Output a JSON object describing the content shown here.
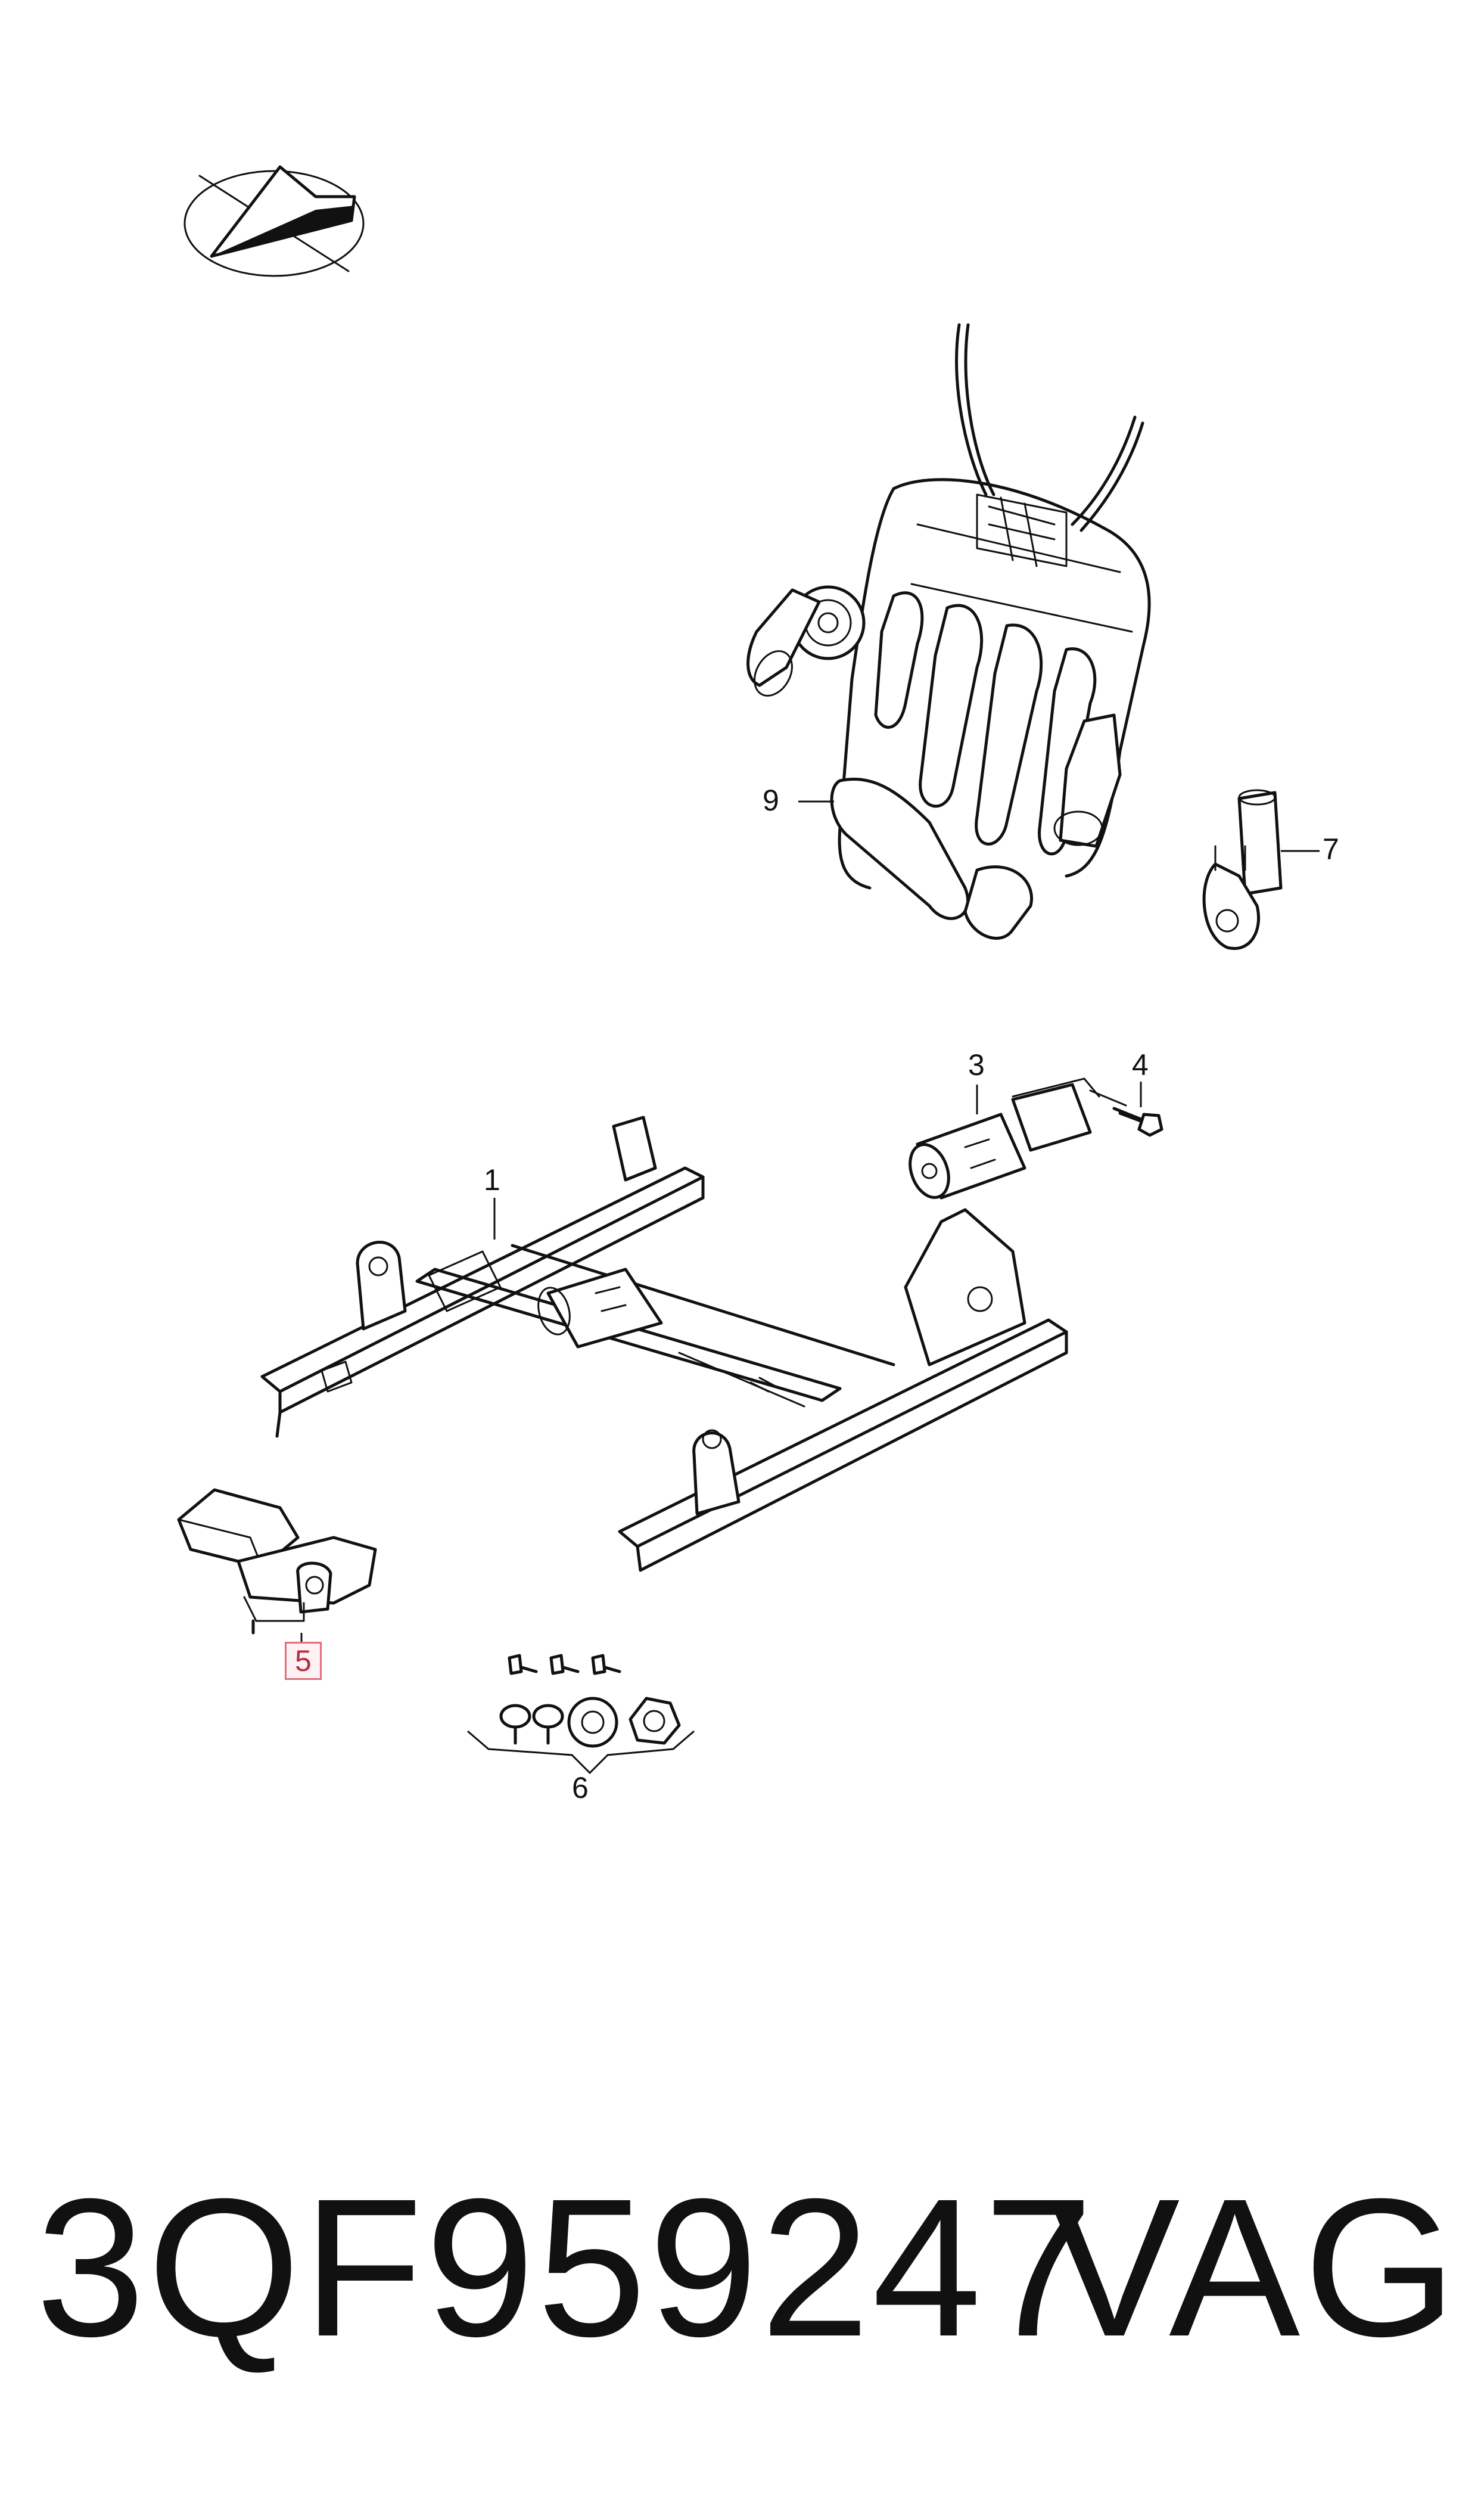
{
  "callouts": {
    "c1": "1",
    "c3": "3",
    "c4": "4",
    "c5": "5",
    "c6": "6",
    "c7": "7",
    "c9": "9"
  },
  "footer": {
    "part_number": "3QF959247",
    "brand": "VAG"
  },
  "colors": {
    "line": "#111111",
    "highlight_border": "#e0707a",
    "highlight_fill": "#fff1f3"
  },
  "icons": {
    "orientation": "direction-arrow-icon"
  }
}
